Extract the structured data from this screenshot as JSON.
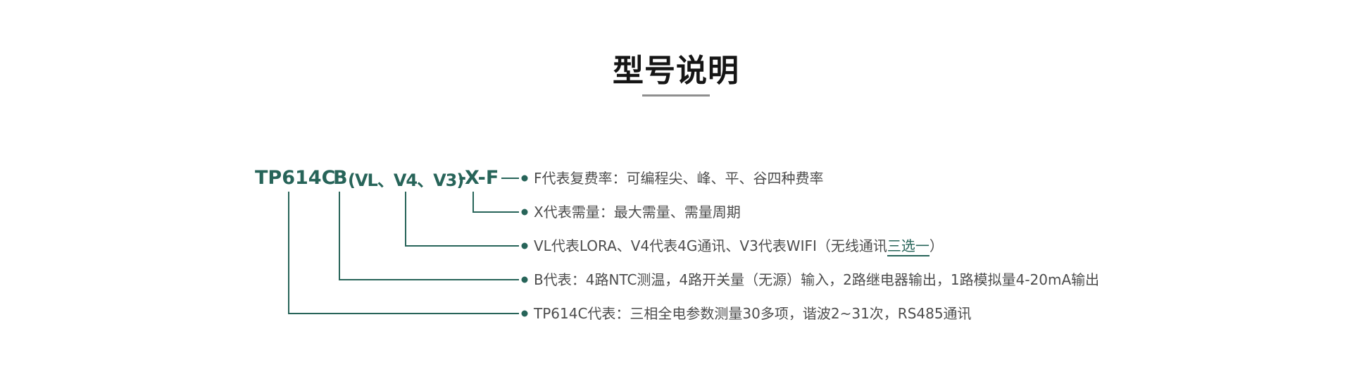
{
  "page": {
    "title": "型号说明"
  },
  "model": {
    "full_code": "TP614C B（VL、V4、V3）-X-F",
    "segments": [
      "TP614C",
      "B",
      "(VL、V4、V3)",
      "-X-F"
    ]
  },
  "lines": [
    {
      "text": "F代表复费率：可编程尖、峰、平、谷四种费率",
      "highlight": "",
      "suffix": ""
    },
    {
      "text": "X代表需量：最大需量、需量周期",
      "highlight": "",
      "suffix": ""
    },
    {
      "text": "VL代表LORA、V4代表4G通讯、V3代表WIFI（无线通讯",
      "highlight": "三选一",
      "suffix": "）"
    },
    {
      "text": "B代表：4路NTC测温，4路开关量（无源）输入，2路继电器输出，1路模拟量4-20mA输出",
      "highlight": "",
      "suffix": ""
    },
    {
      "text": "TP614C代表：三相全电参数测量30多项，谐波2~31次，RS485通讯",
      "highlight": "",
      "suffix": ""
    }
  ],
  "colors": {
    "accent": "#276459",
    "body_text": "#4d4d4d",
    "title_text": "#151515",
    "divider": "#8f8f8f"
  }
}
